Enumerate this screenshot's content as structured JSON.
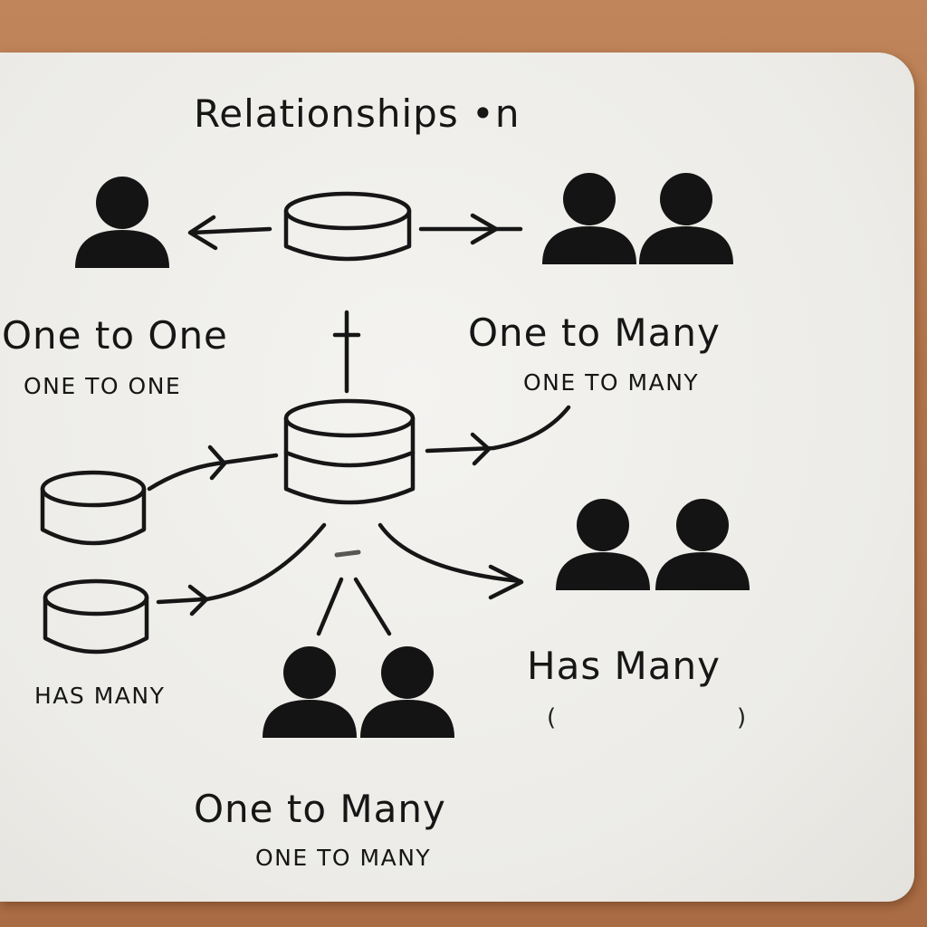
{
  "title": "Relationships •n",
  "labels": {
    "one_to_one_big": "One to One",
    "one_to_one_small": "ONE TO ONE",
    "one_to_many_top_big": "One to Many",
    "one_to_many_top_small": "ONE TO MANY",
    "has_many_left": "HAS MANY",
    "has_many_right": "Has Many",
    "paren_open": "(",
    "paren_close": ")",
    "one_to_many_bottom_big": "One to Many",
    "one_to_many_bottom_small": "ONE TO MANY"
  },
  "colors": {
    "ink": "#161616",
    "board": "#efede9",
    "wood": "#b5784a"
  },
  "icons": [
    "person-icon",
    "database-icon",
    "arrow-icon"
  ]
}
